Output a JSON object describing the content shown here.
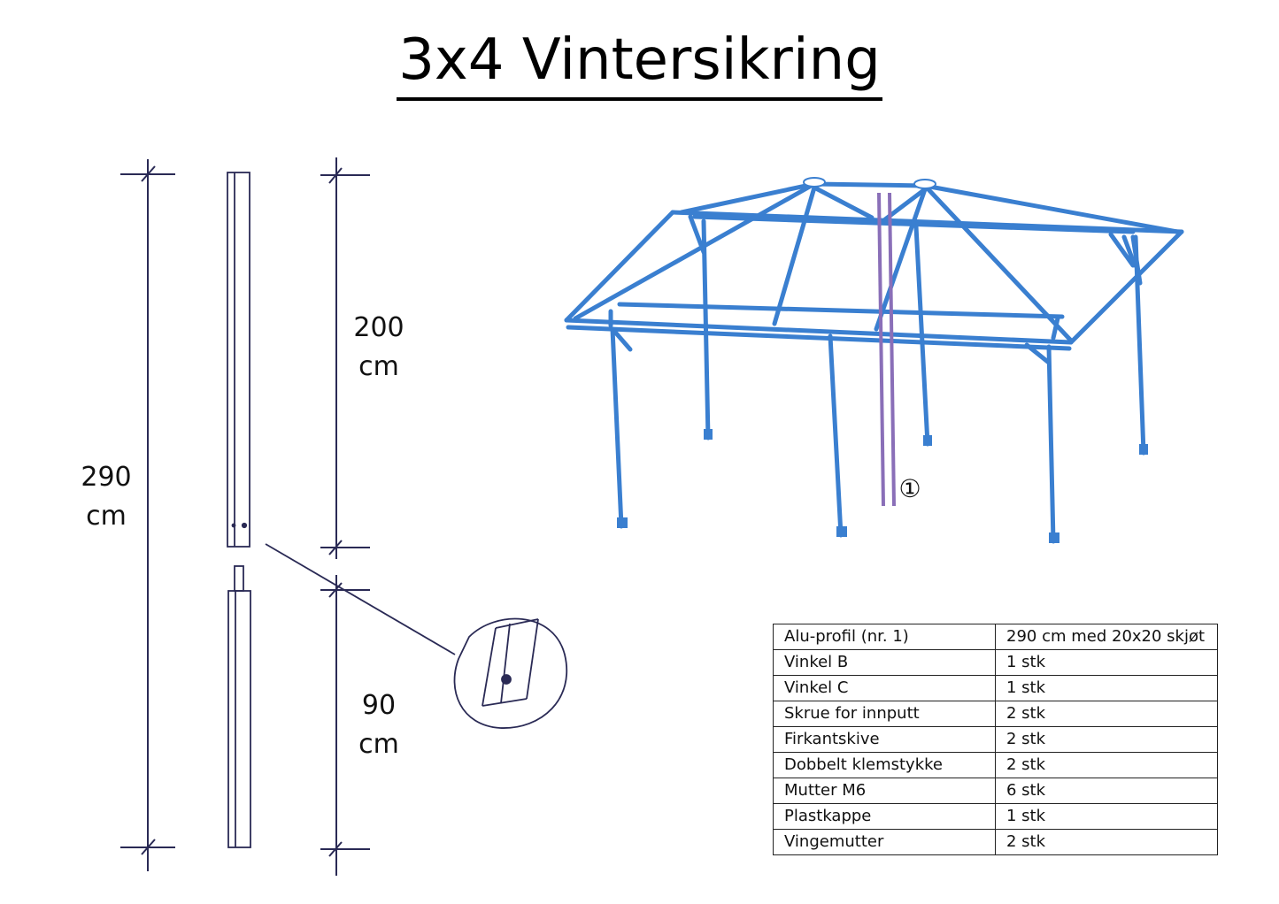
{
  "title": "3x4 Vintersikring",
  "dimensions": {
    "total": {
      "value": "290",
      "unit": "cm"
    },
    "upper": {
      "value": "200",
      "unit": "cm"
    },
    "lower": {
      "value": "90",
      "unit": "cm"
    }
  },
  "callout_number": "①",
  "parts_table": [
    {
      "item": "Alu-profil (nr. 1)",
      "qty": "290 cm med 20x20 skjøt"
    },
    {
      "item": "Vinkel B",
      "qty": "1 stk"
    },
    {
      "item": "Vinkel C",
      "qty": "1 stk"
    },
    {
      "item": "Skrue for innputt",
      "qty": "2 stk"
    },
    {
      "item": "Firkantskive",
      "qty": "2 stk"
    },
    {
      "item": "Dobbelt klemstykke",
      "qty": "2 stk"
    },
    {
      "item": "Mutter M6",
      "qty": "6 stk"
    },
    {
      "item": "Plastkappe",
      "qty": "1 stk"
    },
    {
      "item": "Vingemutter",
      "qty": "2 stk"
    }
  ],
  "colors": {
    "frame": "#3a7fd0",
    "pencil": "#2a2a55",
    "highlight_post": "#8a6fb8"
  }
}
